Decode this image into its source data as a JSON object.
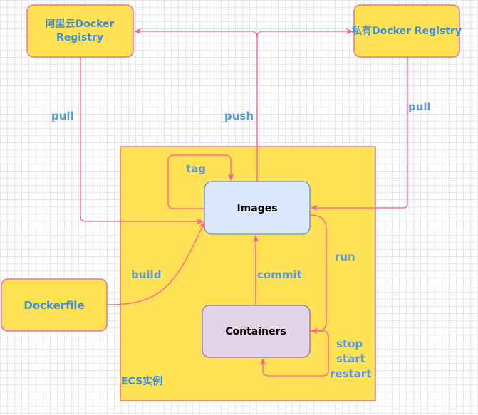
{
  "nodes": {
    "aliyun_registry": {
      "line1": "阿里云Docker",
      "line2": "Registry"
    },
    "private_registry": {
      "label": "私有Docker Registry"
    },
    "images": {
      "label": "Images"
    },
    "containers": {
      "label": "Containers"
    },
    "dockerfile": {
      "label": "Dockerfile"
    },
    "ecs_instance": {
      "label": "ECS实例"
    }
  },
  "edges": {
    "pull_left": "pull",
    "push": "push",
    "pull_right": "pull",
    "tag": "tag",
    "build": "build",
    "commit": "commit",
    "run": "run",
    "stop": "stop",
    "start": "start",
    "restart": "restart"
  },
  "colors": {
    "yellow_fill": "#ffe155",
    "node_border": "#f26d9a",
    "edge": "#ff5c8a",
    "images_fill": "#dae8fc",
    "images_border": "#6c8ebf",
    "containers_fill": "#e1d5e7",
    "containers_border": "#9673a6",
    "label_blue": "#5b9bd5"
  }
}
